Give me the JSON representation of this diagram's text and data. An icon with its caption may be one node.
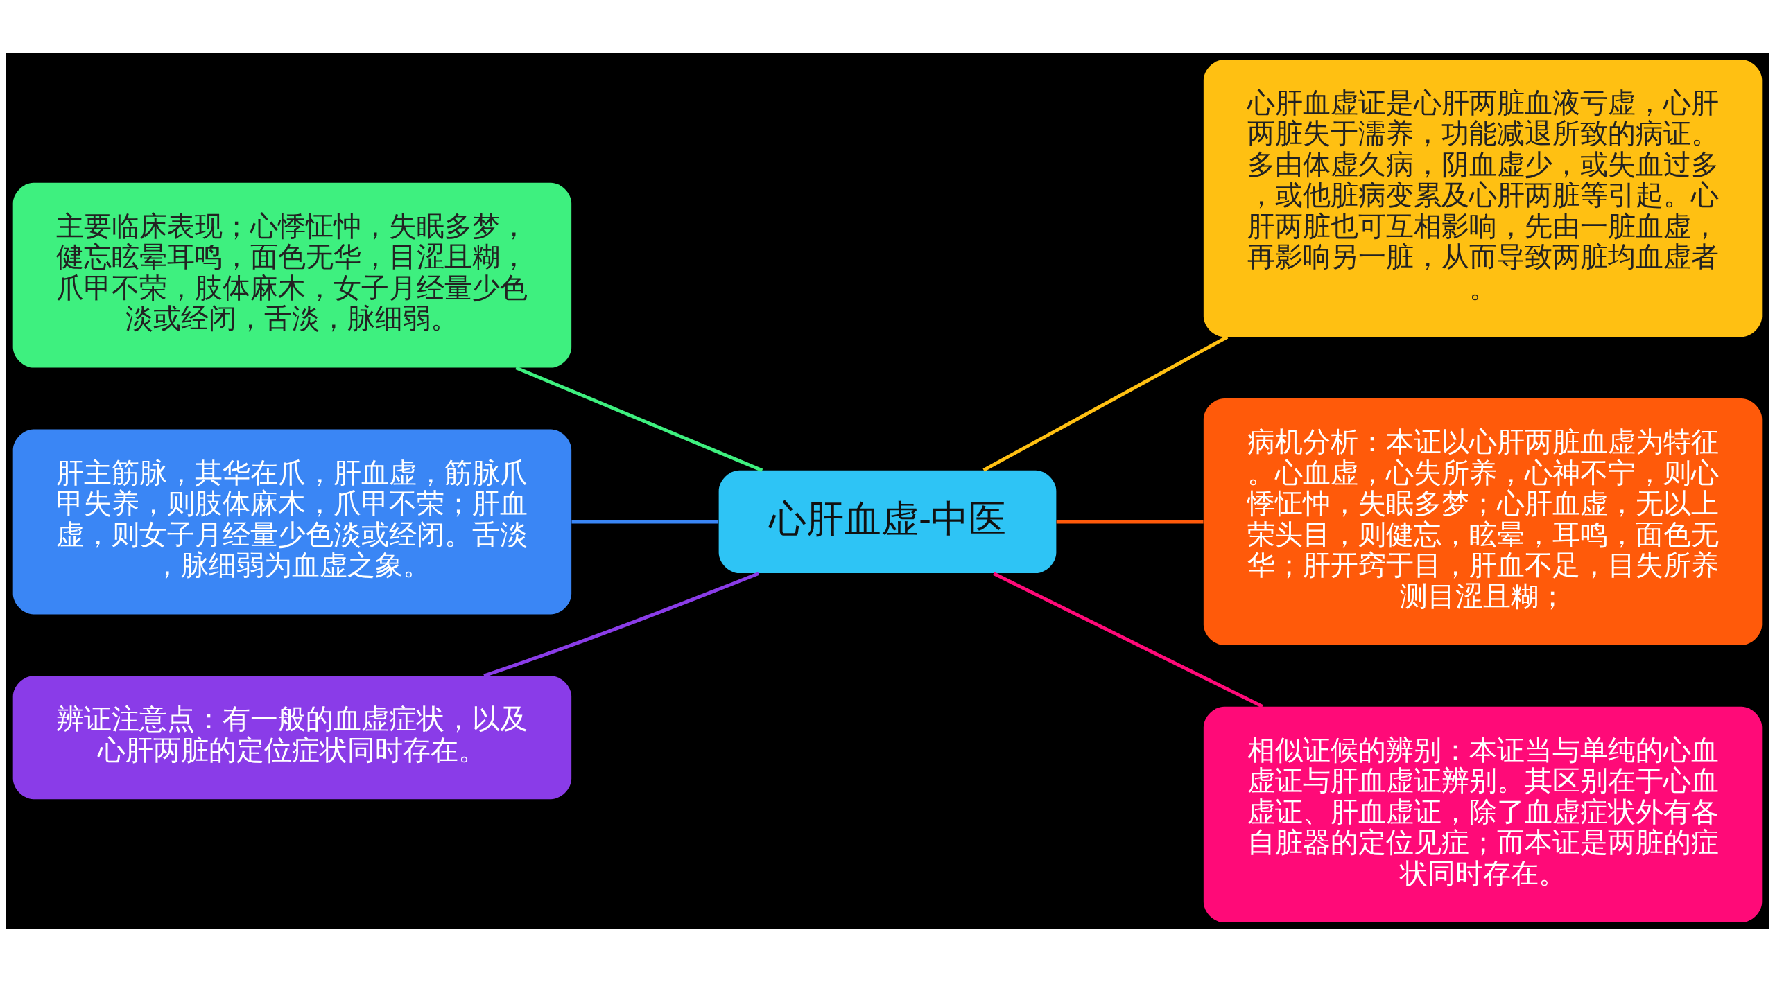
{
  "diagram": {
    "nodes": [
      {
        "text": [
          "心肝血虚-中医"
        ]
      },
      {
        "text": [
          "心肝血虚证是心肝两脏血液亏虚，心肝两脏失于濡养，功能减退所致的病证。多由体虚久病，阴血虚少，或失血过多，或他脏病变累及心肝两脏等引起。心肝两脏也可互相影响，先由一脏血虚，再影响另一脏，从而导致两脏均血虚者。"
        ]
      },
      {
        "text": [
          "病机分析：本证以心肝两脏血虚为特征。心血虚，心失所养，心神不宁，则心悸怔忡，失眠多梦；心肝血虚，无以上荣头目，则健忘，眩晕，耳鸣，面色无华；肝开窍于目，肝血不足，目失所养测目涩且糊；"
        ]
      },
      {
        "text": [
          "相似证候的辨别：本证当与单纯的心血虚证与肝血虚证辨别。其区别在于心血虚证、肝血虚证，除了血虚症状外有各自脏器的定位见症；而本证是两脏的症状同时存在。"
        ]
      },
      {
        "text": [
          "主要临床表现；心悸怔忡，失眠多梦，健忘眩晕耳鸣，面色无华，目涩且糊，爪甲不荣，肢体麻木，女子月经量少色淡或经闭，舌淡，脉细弱。"
        ]
      },
      {
        "text": [
          "肝主筋脉，其华在爪，肝血虚，筋脉爪甲失养，则肢体麻木，爪甲不荣；肝血虚，则女子月经量少色淡或经闭。舌淡，脉细弱为血虚之象。"
        ]
      },
      {
        "text": [
          "辨证注意点：有一般的血虚症状，以及心肝两脏的定位症状同时存在。"
        ]
      }
    ],
    "edges": [
      {
        "from": 0,
        "to": 1,
        "arrow": "none",
        "color": "#ffc012"
      },
      {
        "from": 0,
        "to": 2,
        "arrow": "none",
        "color": "#ff5a0a"
      },
      {
        "from": 0,
        "to": 3,
        "arrow": "none",
        "color": "#ff0a78"
      },
      {
        "from": 0,
        "to": 4,
        "arrow": "none",
        "color": "#3ef07f"
      },
      {
        "from": 0,
        "to": 5,
        "arrow": "none",
        "color": "#3a86f5"
      },
      {
        "from": 0,
        "to": 6,
        "arrow": "none",
        "color": "#8a3ce8"
      }
    ]
  }
}
